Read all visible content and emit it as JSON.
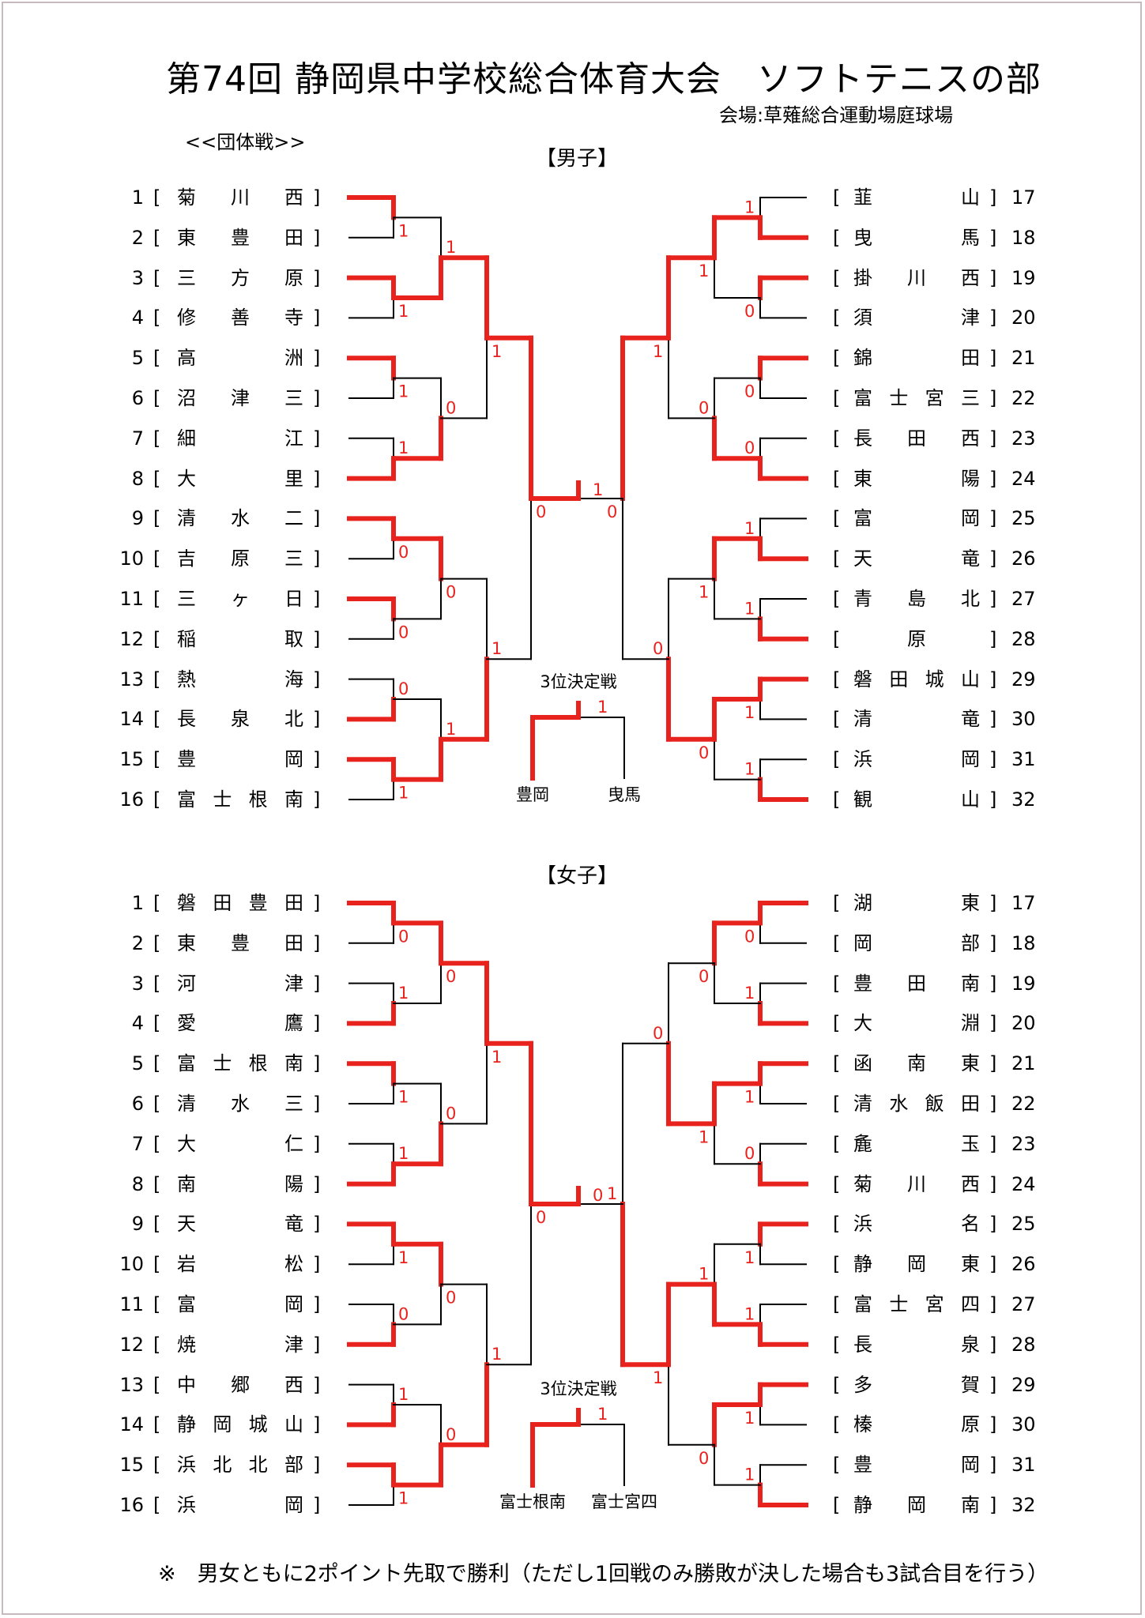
{
  "header": {
    "title": "第74回 静岡県中学校総合体育大会　ソフトテニスの部",
    "venue": "会場:草薙総合運動場庭球場",
    "competition_type": "<<団体戦>>"
  },
  "colors": {
    "win_line": "#e8231e",
    "line": "#000000",
    "score": "#e8231e",
    "frame": "#c8b8c0"
  },
  "third_place_label": "3位決定戦",
  "footnote": "※　男女ともに2ポイント先取で勝利（ただし1回戦のみ勝敗が決した場合も3試合目を行う）",
  "divisions": [
    {
      "label": "【男子】",
      "teams": [
        {
          "num": "1",
          "chars": [
            "菊",
            "川",
            "西"
          ]
        },
        {
          "num": "2",
          "chars": [
            "東",
            "豊",
            "田"
          ]
        },
        {
          "num": "3",
          "chars": [
            "三",
            "方",
            "原"
          ]
        },
        {
          "num": "4",
          "chars": [
            "修",
            "善",
            "寺"
          ]
        },
        {
          "num": "5",
          "chars": [
            "高",
            "",
            "洲"
          ]
        },
        {
          "num": "6",
          "chars": [
            "沼",
            "津",
            "三"
          ]
        },
        {
          "num": "7",
          "chars": [
            "細",
            "",
            "江"
          ]
        },
        {
          "num": "8",
          "chars": [
            "大",
            "",
            "里"
          ]
        },
        {
          "num": "9",
          "chars": [
            "清",
            "水",
            "二"
          ]
        },
        {
          "num": "10",
          "chars": [
            "吉",
            "原",
            "三"
          ]
        },
        {
          "num": "11",
          "chars": [
            "三",
            "ヶ",
            "日"
          ]
        },
        {
          "num": "12",
          "chars": [
            "稲",
            "",
            "取"
          ]
        },
        {
          "num": "13",
          "chars": [
            "熱",
            "",
            "海"
          ]
        },
        {
          "num": "14",
          "chars": [
            "長",
            "泉",
            "北"
          ]
        },
        {
          "num": "15",
          "chars": [
            "豊",
            "",
            "岡"
          ]
        },
        {
          "num": "16",
          "chars": [
            "富",
            "士",
            "根",
            "南"
          ]
        },
        {
          "num": "17",
          "chars": [
            "韮",
            "",
            "山"
          ]
        },
        {
          "num": "18",
          "chars": [
            "曳",
            "",
            "馬"
          ]
        },
        {
          "num": "19",
          "chars": [
            "掛",
            "川",
            "西"
          ]
        },
        {
          "num": "20",
          "chars": [
            "須",
            "",
            "津"
          ]
        },
        {
          "num": "21",
          "chars": [
            "錦",
            "",
            "田"
          ]
        },
        {
          "num": "22",
          "chars": [
            "富",
            "士",
            "宮",
            "三"
          ]
        },
        {
          "num": "23",
          "chars": [
            "長",
            "田",
            "西"
          ]
        },
        {
          "num": "24",
          "chars": [
            "東",
            "",
            "陽"
          ]
        },
        {
          "num": "25",
          "chars": [
            "富",
            "",
            "岡"
          ]
        },
        {
          "num": "26",
          "chars": [
            "天",
            "",
            "竜"
          ]
        },
        {
          "num": "27",
          "chars": [
            "青",
            "島",
            "北"
          ]
        },
        {
          "num": "28",
          "chars": [
            "",
            "原",
            ""
          ]
        },
        {
          "num": "29",
          "chars": [
            "磐",
            "田",
            "城",
            "山"
          ]
        },
        {
          "num": "30",
          "chars": [
            "清",
            "",
            "竜"
          ]
        },
        {
          "num": "31",
          "chars": [
            "浜",
            "",
            "岡"
          ]
        },
        {
          "num": "32",
          "chars": [
            "観",
            "",
            "山"
          ]
        }
      ],
      "third_place": {
        "left": "豊岡",
        "right": "曳馬",
        "winner": "left",
        "score": "1"
      },
      "left": {
        "r1": [
          {
            "w": "t",
            "s": "1"
          },
          {
            "w": "t",
            "s": "1"
          },
          {
            "w": "t",
            "s": "1"
          },
          {
            "w": "b",
            "s": "1"
          },
          {
            "w": "t",
            "s": "0"
          },
          {
            "w": "t",
            "s": "0"
          },
          {
            "w": "b",
            "s": "0"
          },
          {
            "w": "t",
            "s": "1"
          }
        ],
        "r2": [
          {
            "w": "b",
            "s": "1"
          },
          {
            "w": "b",
            "s": "0"
          },
          {
            "w": "t",
            "s": "0"
          },
          {
            "w": "b",
            "s": "1"
          }
        ],
        "r3": [
          {
            "w": "t",
            "s": "1"
          },
          {
            "w": "b",
            "s": "1"
          }
        ],
        "r4": {
          "w": "t",
          "s": "0"
        }
      },
      "right": {
        "r1": [
          {
            "w": "b",
            "s": "1"
          },
          {
            "w": "t",
            "s": "0"
          },
          {
            "w": "t",
            "s": "0"
          },
          {
            "w": "b",
            "s": "0"
          },
          {
            "w": "b",
            "s": "1"
          },
          {
            "w": "b",
            "s": "1"
          },
          {
            "w": "t",
            "s": "1"
          },
          {
            "w": "b",
            "s": "1"
          }
        ],
        "r2": [
          {
            "w": "t",
            "s": "1"
          },
          {
            "w": "b",
            "s": "0"
          },
          {
            "w": "t",
            "s": "1"
          },
          {
            "w": "t",
            "s": "0"
          }
        ],
        "r3": [
          {
            "w": "t",
            "s": "1"
          },
          {
            "w": "b",
            "s": "0"
          }
        ],
        "r4": {
          "w": "t",
          "s": "0"
        }
      },
      "final": {
        "winner": "left",
        "score": "1"
      }
    },
    {
      "label": "【女子】",
      "teams": [
        {
          "num": "1",
          "chars": [
            "磐",
            "田",
            "豊",
            "田"
          ]
        },
        {
          "num": "2",
          "chars": [
            "東",
            "豊",
            "田"
          ]
        },
        {
          "num": "3",
          "chars": [
            "河",
            "",
            "津"
          ]
        },
        {
          "num": "4",
          "chars": [
            "愛",
            "",
            "鷹"
          ]
        },
        {
          "num": "5",
          "chars": [
            "富",
            "士",
            "根",
            "南"
          ]
        },
        {
          "num": "6",
          "chars": [
            "清",
            "水",
            "三"
          ]
        },
        {
          "num": "7",
          "chars": [
            "大",
            "",
            "仁"
          ]
        },
        {
          "num": "8",
          "chars": [
            "南",
            "",
            "陽"
          ]
        },
        {
          "num": "9",
          "chars": [
            "天",
            "",
            "竜"
          ]
        },
        {
          "num": "10",
          "chars": [
            "岩",
            "",
            "松"
          ]
        },
        {
          "num": "11",
          "chars": [
            "富",
            "",
            "岡"
          ]
        },
        {
          "num": "12",
          "chars": [
            "焼",
            "",
            "津"
          ]
        },
        {
          "num": "13",
          "chars": [
            "中",
            "郷",
            "西"
          ]
        },
        {
          "num": "14",
          "chars": [
            "静",
            "岡",
            "城",
            "山"
          ]
        },
        {
          "num": "15",
          "chars": [
            "浜",
            "北",
            "北",
            "部"
          ]
        },
        {
          "num": "16",
          "chars": [
            "浜",
            "",
            "岡"
          ]
        },
        {
          "num": "17",
          "chars": [
            "湖",
            "",
            "東"
          ]
        },
        {
          "num": "18",
          "chars": [
            "岡",
            "",
            "部"
          ]
        },
        {
          "num": "19",
          "chars": [
            "豊",
            "田",
            "南"
          ]
        },
        {
          "num": "20",
          "chars": [
            "大",
            "",
            "淵"
          ]
        },
        {
          "num": "21",
          "chars": [
            "函",
            "南",
            "東"
          ]
        },
        {
          "num": "22",
          "chars": [
            "清",
            "水",
            "飯",
            "田"
          ]
        },
        {
          "num": "23",
          "chars": [
            "麁",
            "",
            "玉"
          ]
        },
        {
          "num": "24",
          "chars": [
            "菊",
            "川",
            "西"
          ]
        },
        {
          "num": "25",
          "chars": [
            "浜",
            "",
            "名"
          ]
        },
        {
          "num": "26",
          "chars": [
            "静",
            "岡",
            "東"
          ]
        },
        {
          "num": "27",
          "chars": [
            "富",
            "士",
            "宮",
            "四"
          ]
        },
        {
          "num": "28",
          "chars": [
            "長",
            "",
            "泉"
          ]
        },
        {
          "num": "29",
          "chars": [
            "多",
            "",
            "賀"
          ]
        },
        {
          "num": "30",
          "chars": [
            "榛",
            "",
            "原"
          ]
        },
        {
          "num": "31",
          "chars": [
            "豊",
            "",
            "岡"
          ]
        },
        {
          "num": "32",
          "chars": [
            "静",
            "岡",
            "南"
          ]
        }
      ],
      "third_place": {
        "left": "富士根南",
        "right": "富士宮四",
        "winner": "left",
        "score": "1"
      },
      "left": {
        "r1": [
          {
            "w": "t",
            "s": "0"
          },
          {
            "w": "b",
            "s": "1"
          },
          {
            "w": "t",
            "s": "1"
          },
          {
            "w": "b",
            "s": "1"
          },
          {
            "w": "t",
            "s": "1"
          },
          {
            "w": "b",
            "s": "0"
          },
          {
            "w": "b",
            "s": "1"
          },
          {
            "w": "t",
            "s": "1"
          }
        ],
        "r2": [
          {
            "w": "t",
            "s": "0"
          },
          {
            "w": "b",
            "s": "0"
          },
          {
            "w": "t",
            "s": "0"
          },
          {
            "w": "b",
            "s": "0"
          }
        ],
        "r3": [
          {
            "w": "t",
            "s": "1"
          },
          {
            "w": "b",
            "s": "1"
          }
        ],
        "r4": {
          "w": "t",
          "s": "0"
        }
      },
      "right": {
        "r1": [
          {
            "w": "t",
            "s": "0"
          },
          {
            "w": "b",
            "s": "1"
          },
          {
            "w": "t",
            "s": "1"
          },
          {
            "w": "b",
            "s": "0"
          },
          {
            "w": "t",
            "s": "1"
          },
          {
            "w": "b",
            "s": "1"
          },
          {
            "w": "t",
            "s": "1"
          },
          {
            "w": "b",
            "s": "1"
          }
        ],
        "r2": [
          {
            "w": "t",
            "s": "0"
          },
          {
            "w": "t",
            "s": "1"
          },
          {
            "w": "b",
            "s": "1"
          },
          {
            "w": "t",
            "s": "0"
          }
        ],
        "r3": [
          {
            "w": "b",
            "s": "0"
          },
          {
            "w": "t",
            "s": "1"
          }
        ],
        "r4": {
          "w": "b",
          "s": "1"
        }
      },
      "final": {
        "winner": "left",
        "score": "0"
      }
    }
  ]
}
